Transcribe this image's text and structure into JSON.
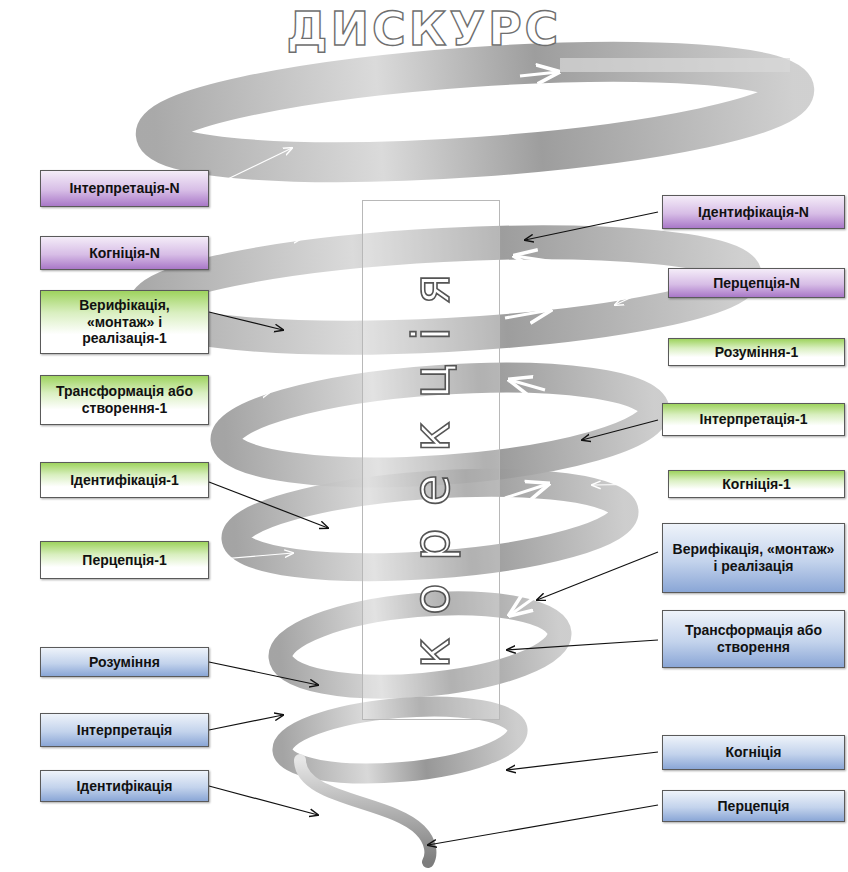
{
  "diagram": {
    "title": "ДИСКУРС",
    "nodes": [
      {
        "text": [
          "корекція"
        ]
      },
      {
        "text": [
          "Інтерпретація-N"
        ]
      },
      {
        "text": [
          "Ідентифікація-N"
        ]
      },
      {
        "text": [
          "Когніція-N"
        ]
      },
      {
        "text": [
          "Перцепція-N"
        ]
      },
      {
        "text": [
          "Верифікація, «монтаж» і реалізація-1"
        ]
      },
      {
        "text": [
          "Розуміння-1"
        ]
      },
      {
        "text": [
          "Трансформація або створення-1"
        ]
      },
      {
        "text": [
          "Інтерпретація-1"
        ]
      },
      {
        "text": [
          "Ідентифікація-1"
        ]
      },
      {
        "text": [
          "Когніція-1"
        ]
      },
      {
        "text": [
          "Перцепція-1"
        ]
      },
      {
        "text": [
          "Верифікація, «монтаж» і реалізація"
        ]
      },
      {
        "text": [
          "Трансформація або створення"
        ]
      },
      {
        "text": [
          "Розуміння"
        ]
      },
      {
        "text": [
          "Інтерпретація"
        ]
      },
      {
        "text": [
          "Когніція"
        ]
      },
      {
        "text": [
          "Ідентифікація"
        ]
      },
      {
        "text": [
          "Перцепція"
        ]
      }
    ]
  }
}
